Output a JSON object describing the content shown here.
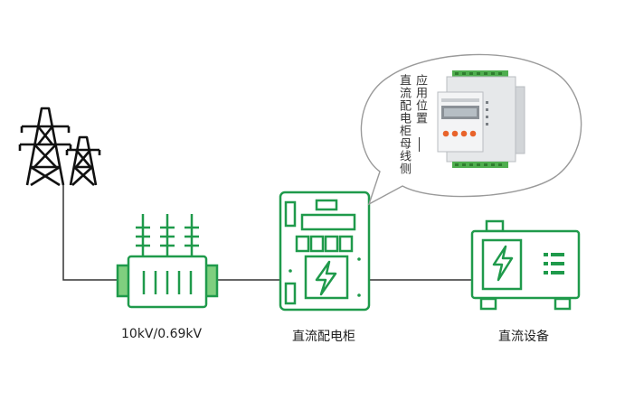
{
  "labels": {
    "transformer": "10kV/0.69kV",
    "cabinet": "直流配电柜",
    "equipment": "直流设备"
  },
  "callout": {
    "heading": "应用位置",
    "location": "直流配电柜母线侧"
  },
  "colors": {
    "green": "#1f9a4b",
    "green_light": "#7fcf7f",
    "line": "#333333",
    "bubble_border": "#999999",
    "meter_button": "#e8632a"
  },
  "icons": [
    "power-tower-icon",
    "transformer-icon",
    "dc-cabinet-icon",
    "dc-equipment-icon",
    "lightning-icon",
    "meter-device-icon"
  ]
}
